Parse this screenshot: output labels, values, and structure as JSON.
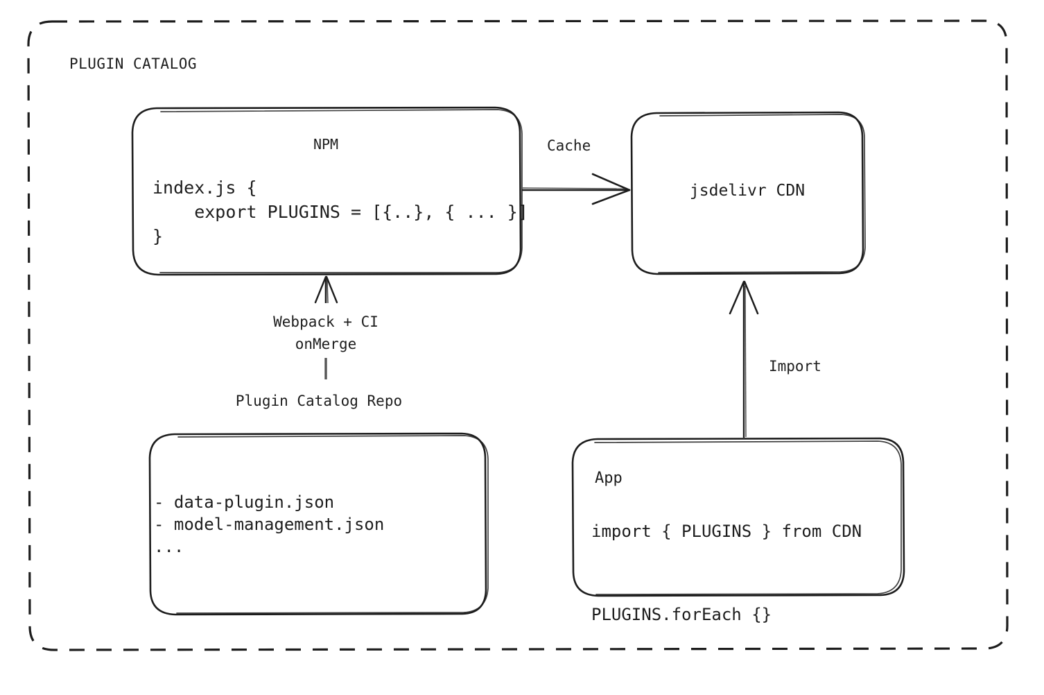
{
  "diagram": {
    "title": "PLUGIN CATALOG",
    "nodes": {
      "npm": {
        "title": "NPM",
        "code": "index.js {\n    export PLUGINS = [{..}, { ... }]\n}"
      },
      "cdn": {
        "title": "jsdelivr CDN"
      },
      "repo": {
        "caption": "Plugin Catalog Repo",
        "items": "- data-plugin.json\n- model-management.json\n..."
      },
      "app": {
        "title": "App",
        "code": "import { PLUGINS } from CDN\n\nPLUGINS.forEach {}"
      }
    },
    "edges": {
      "cache": "Cache",
      "import": "Import",
      "build": "Webpack + CI\nonMerge"
    },
    "colors": {
      "stroke": "#1d1d1d",
      "text": "#1d1d1d",
      "background": "#ffffff"
    }
  }
}
